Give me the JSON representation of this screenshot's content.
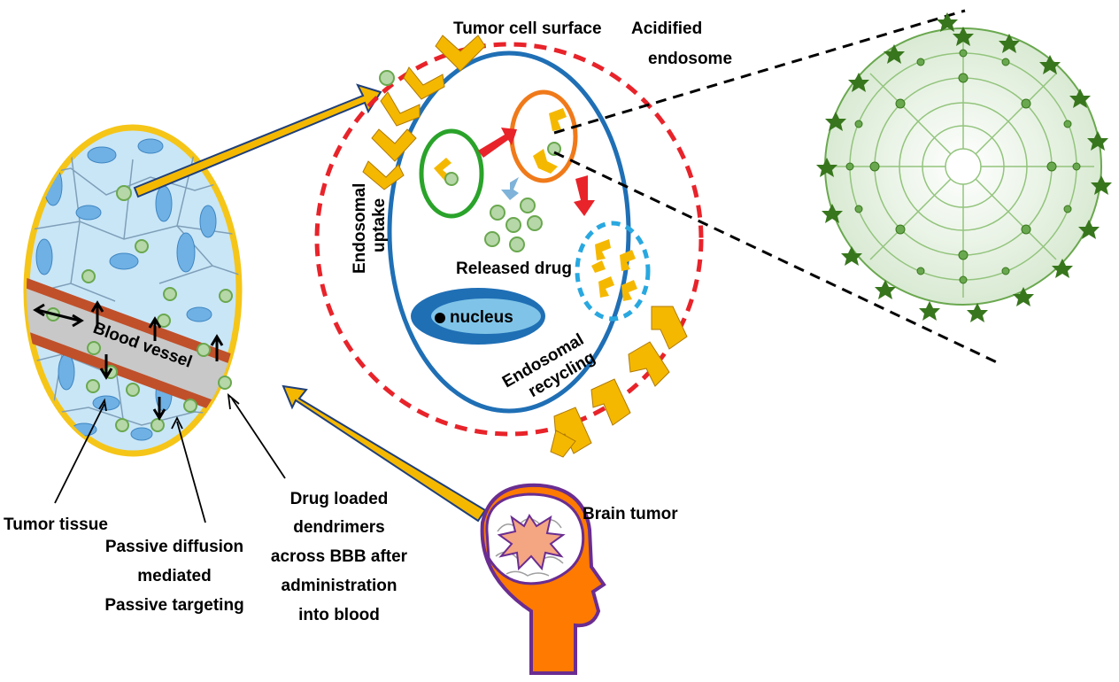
{
  "labels": {
    "tumor_cell_surface": "Tumor cell surface",
    "acidified_endosome_1": "Acidified",
    "acidified_endosome_2": "endosome",
    "endosomal_uptake_1": "Endosomal",
    "endosomal_uptake_2": "uptake",
    "released_drug": "Released drug",
    "nucleus": "nucleus",
    "endosomal_recycling_1": "Endosomal",
    "endosomal_recycling_2": "recycling",
    "blood_vessel": "Blood vessel",
    "tumor_tissue": "Tumor tissue",
    "passive_1": "Passive diffusion",
    "passive_2": "mediated",
    "passive_3": "Passive targeting",
    "drug_1": "Drug loaded",
    "drug_2": "dendrimers",
    "drug_3": "across BBB after",
    "drug_4": "administration",
    "drug_5": "into blood",
    "brain_tumor": "Brain tumor"
  },
  "colors": {
    "cell_membrane": "#e8232a",
    "cell_body": "#1f6fb5",
    "endosome_early": "#2aa32a",
    "endosome_acid": "#f07a1a",
    "endosome_recycle": "#29a8e0",
    "ligand": "#f5b800",
    "dendrimer": "#6aa84f",
    "arrow": "#f5b800",
    "tissue_border": "#f5c518",
    "tissue_fill": "#c9e6f7",
    "head": "#ff7a00",
    "tumor": "#f4a582"
  }
}
